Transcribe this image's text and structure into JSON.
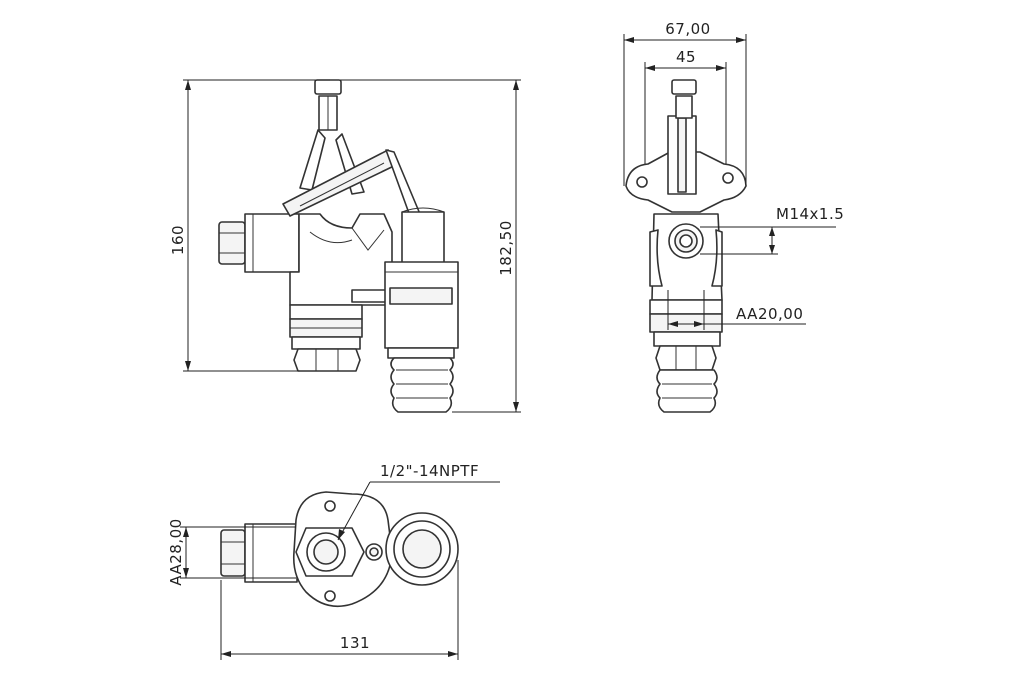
{
  "diagram": {
    "front_view": {
      "dim_height_left": "160",
      "dim_height_right": "182,50"
    },
    "side_view": {
      "dim_top_outer": "67,00",
      "dim_top_inner": "45",
      "dim_thread": "M14x1.5",
      "dim_across_flats": "AA20,00"
    },
    "bottom_view": {
      "dim_port_thread": "1/2\"-14NPTF",
      "dim_across_flats": "AA28,00",
      "dim_width": "131"
    }
  }
}
